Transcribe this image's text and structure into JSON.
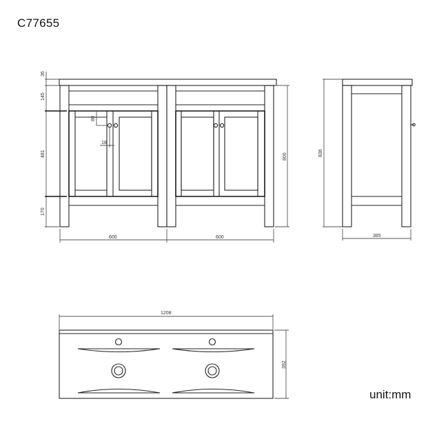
{
  "title": "C77655",
  "unit_label": "unit:mm",
  "front_view": {
    "dims": {
      "top_thickness": "36",
      "apron_height": "145",
      "handle_offset": "80",
      "door_height": "481",
      "handle_gap": "18",
      "leg_height": "170",
      "left_width": "600",
      "right_width": "600",
      "cabinet_height": "800"
    }
  },
  "side_view": {
    "dims": {
      "total_height": "836",
      "depth": "385"
    }
  },
  "top_view": {
    "dims": {
      "width": "1208",
      "depth": "392"
    }
  }
}
